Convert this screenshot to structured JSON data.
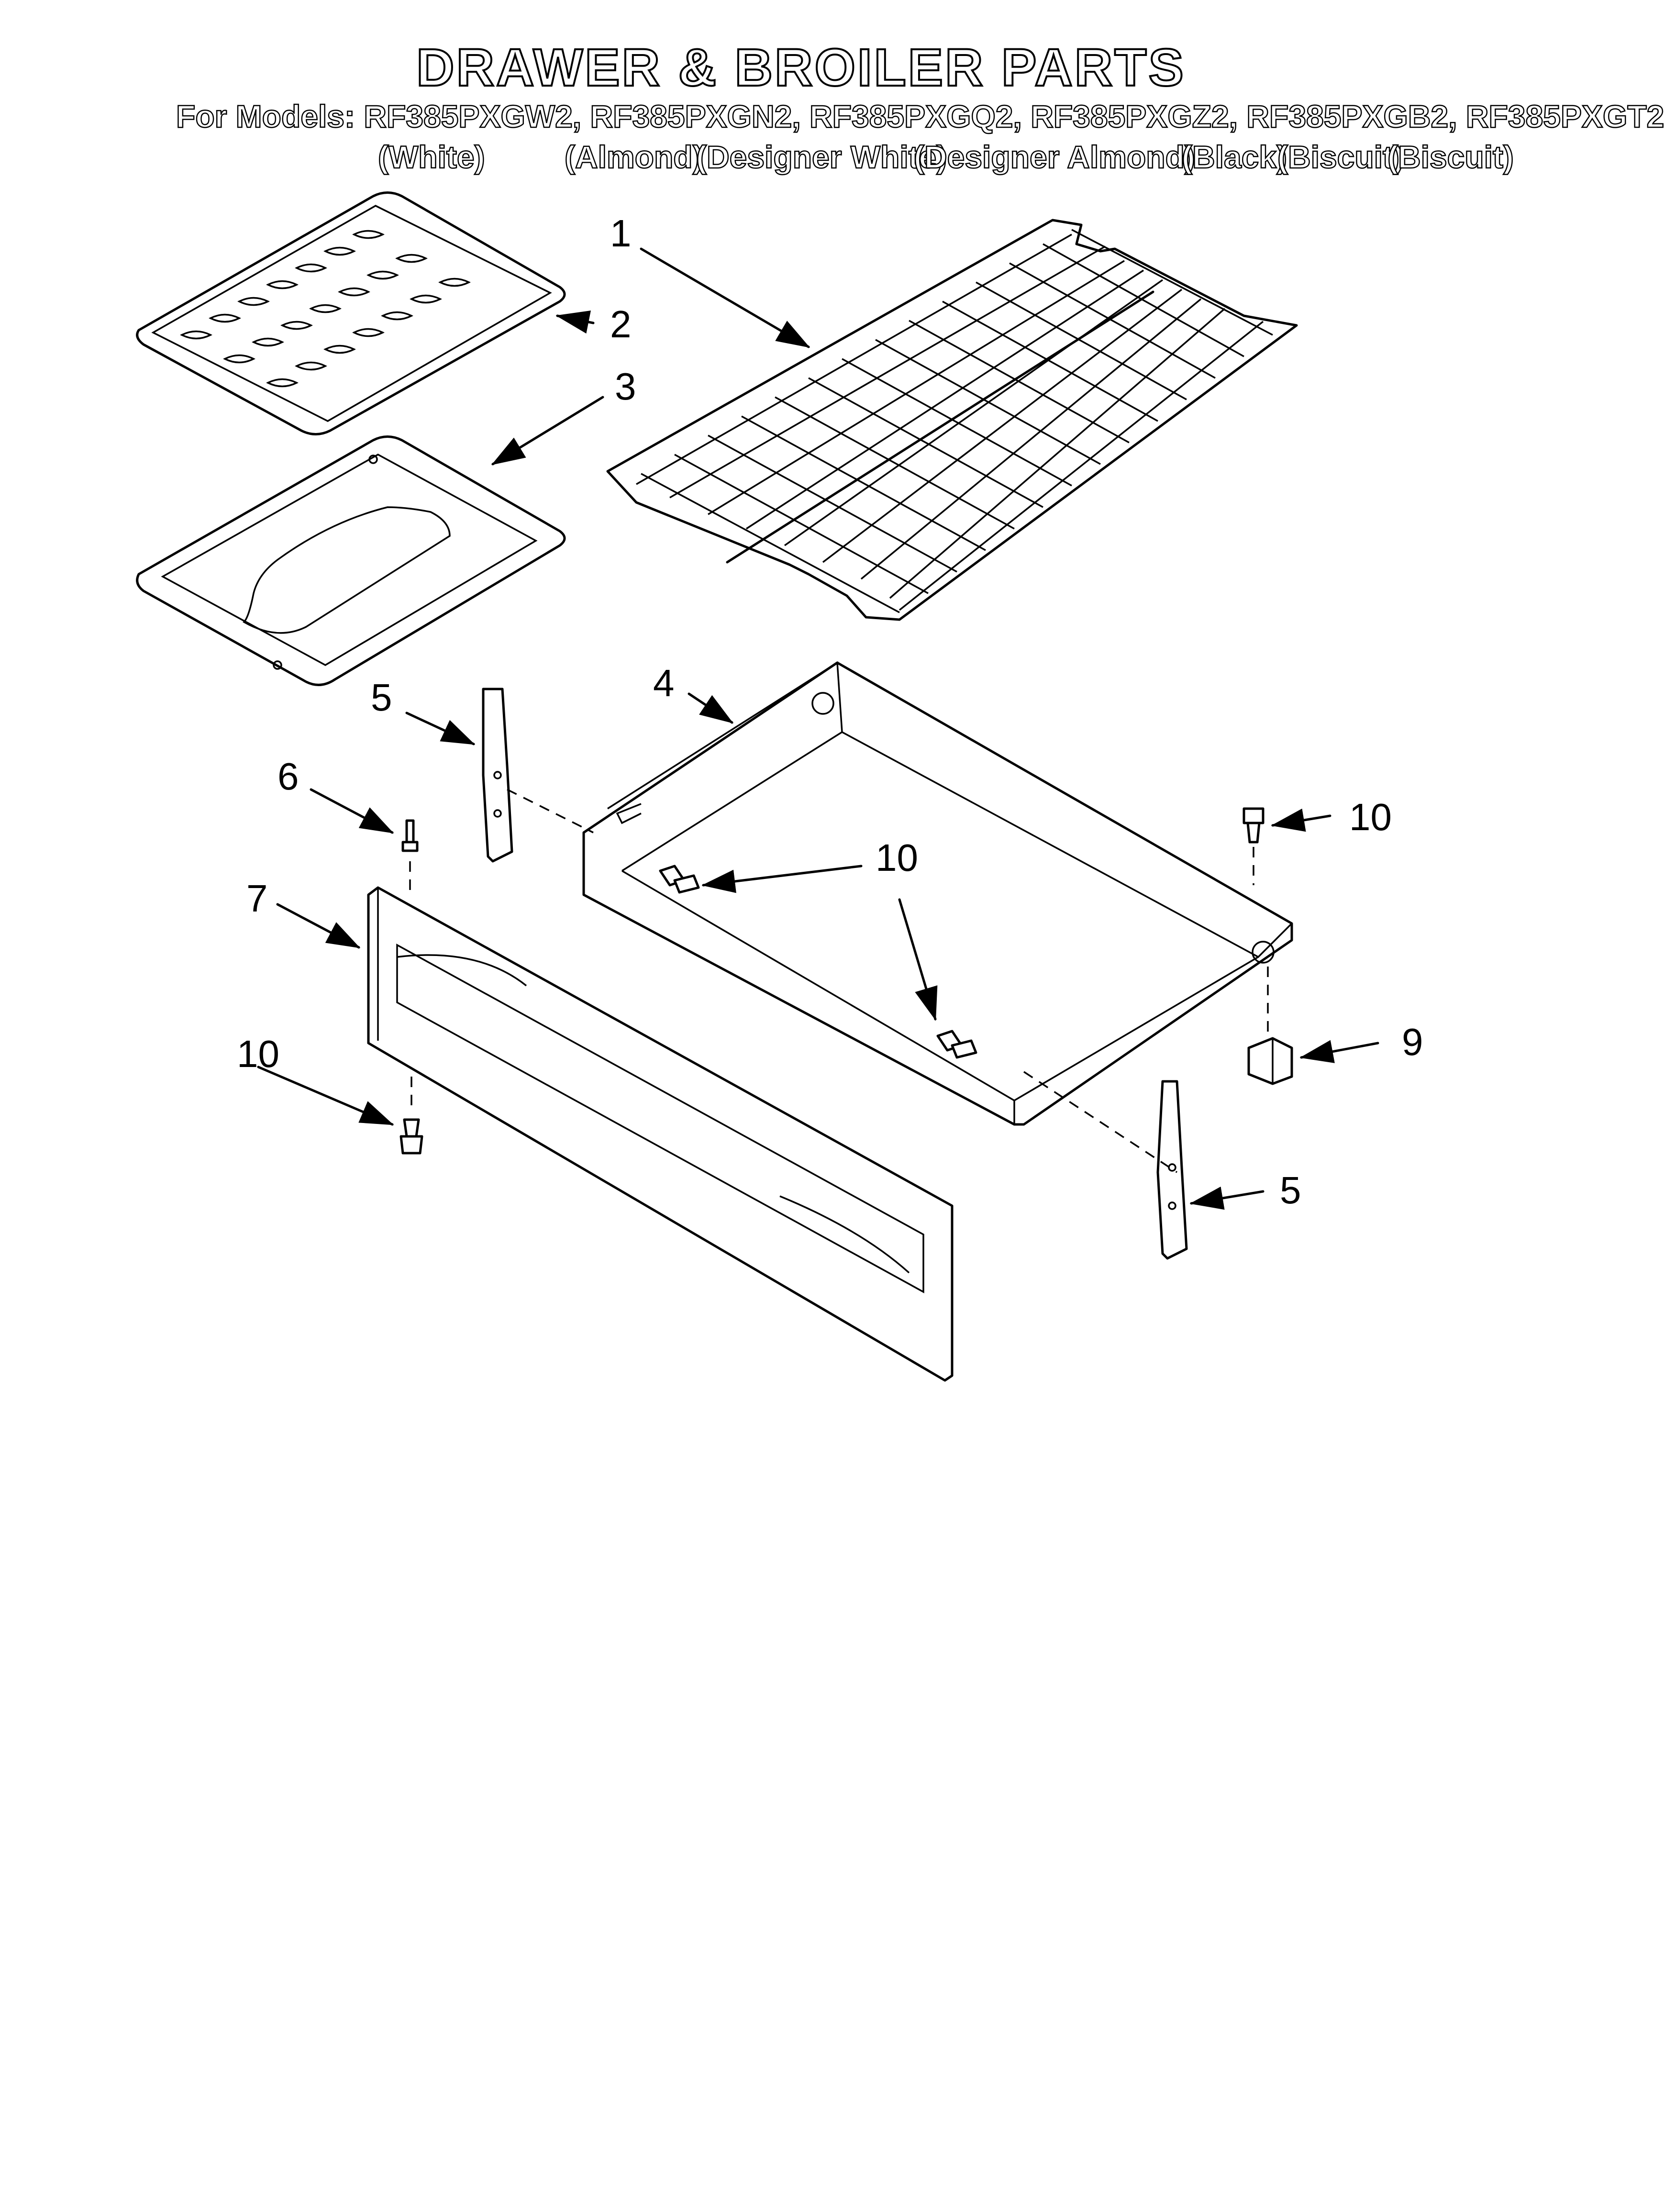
{
  "title": "DRAWER & BROILER PARTS",
  "models_line": "For Models: RF385PXGW2, RF385PXGN2, RF385PXGQ2, RF385PXGZ2, RF385PXGB2, RF385PXGT2",
  "colors": [
    "(White)",
    "(Almond)",
    "(Designer White)",
    "(Designer Almond)",
    "(Black)",
    "(Biscuit)",
    "(Biscuit)"
  ],
  "callouts": {
    "rack": "1",
    "broiler_grid": "2",
    "broiler_pan": "3",
    "drawer": "4",
    "slide_left": "5",
    "pin": "6",
    "drawer_panel": "7",
    "clip": "9",
    "screw_top_right": "10",
    "screw_middle": "10",
    "screw_bottom_left": "10",
    "slide_right": "5"
  },
  "colors_palette": {
    "line": "#000000",
    "background": "#ffffff"
  }
}
